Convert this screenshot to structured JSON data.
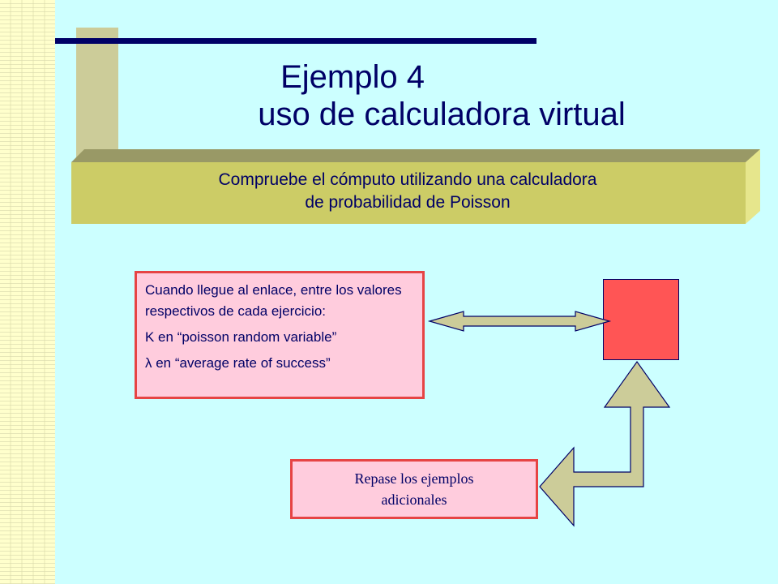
{
  "slide": {
    "title_line1": "Ejemplo 4",
    "title_line2": "uso de calculadora virtual",
    "banner_line1": "Compruebe el cómputo utilizando una calculadora",
    "banner_line2": "de probabilidad de Poisson"
  },
  "info_box": {
    "line1": "Cuando llegue al enlace, entre los valores respectivos de cada ejercicio:",
    "line2": "K en “poisson random variable”",
    "line3": "λ en “average rate of success”"
  },
  "review_button": {
    "label_line1": "Repase los ejemplos",
    "label_line2": "adicionales"
  },
  "colors": {
    "background": "#ccffff",
    "title_text": "#000066",
    "banner": "#cccc66",
    "box_fill": "#ffccdd",
    "box_border": "#e64444",
    "action_square": "#ff5555",
    "arrow_fill": "#cccc99"
  },
  "icons": {
    "double_arrow": "double-headed-arrow-icon",
    "bent_arrow": "bent-arrow-icon"
  }
}
